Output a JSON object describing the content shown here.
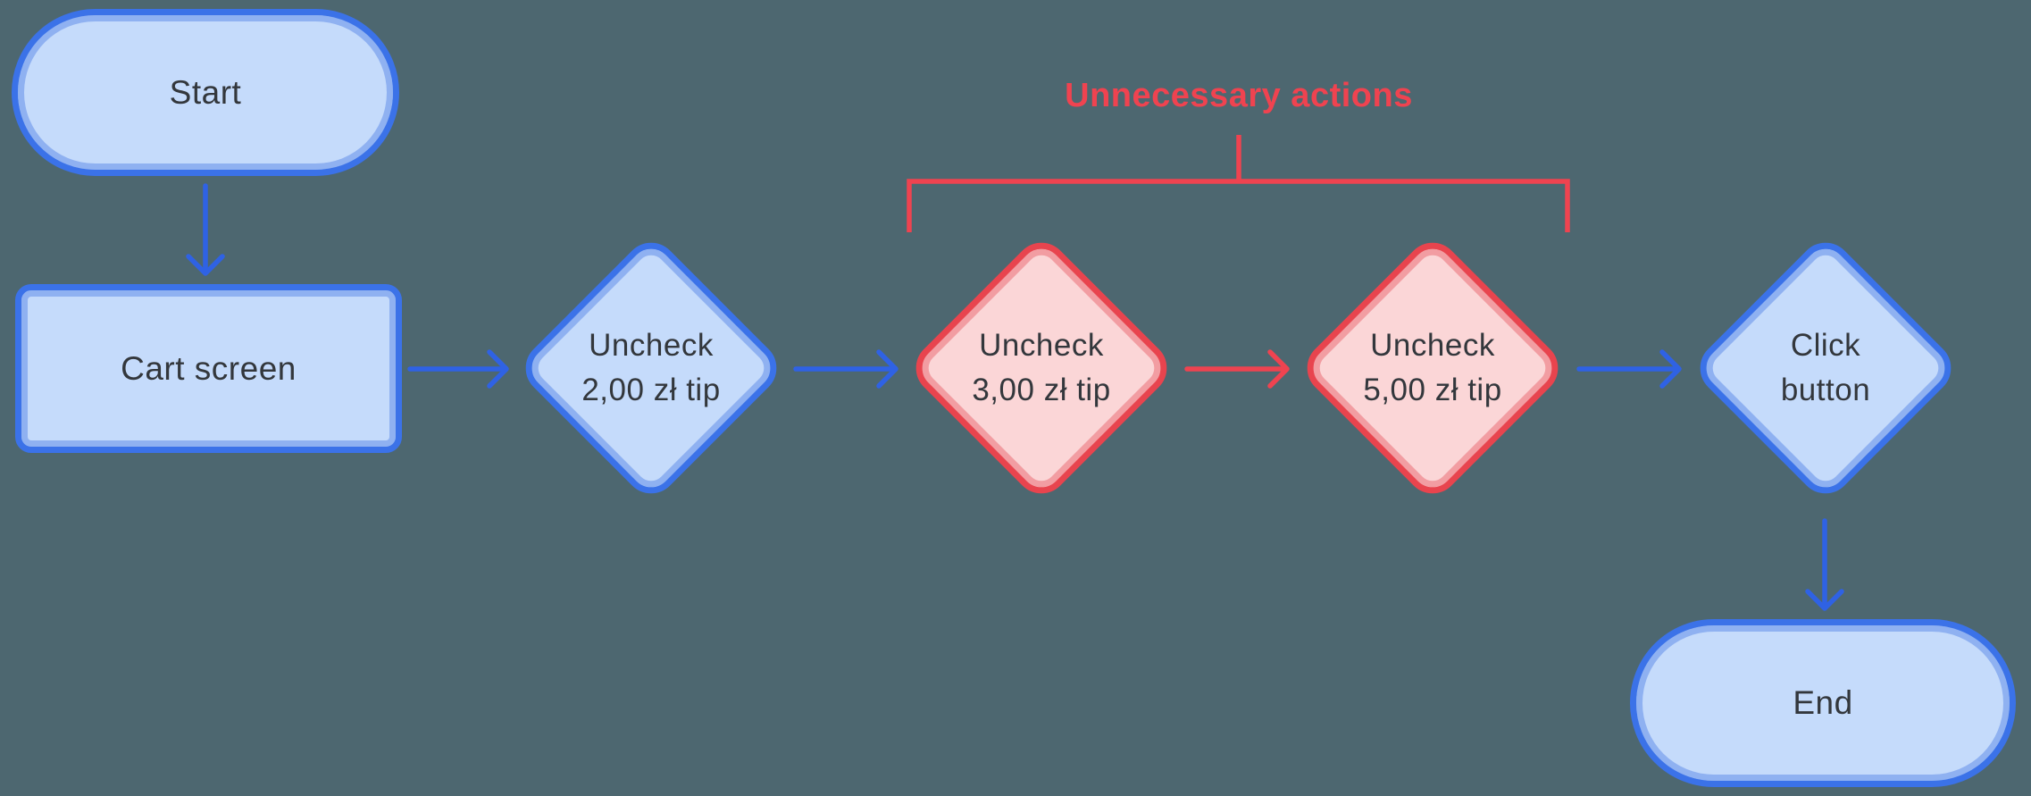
{
  "colors": {
    "canvas_bg": "#4D6770",
    "blue_border": "#3B72E8",
    "blue_ring": "#8FB1F1",
    "blue_fill": "#C5DBFB",
    "red_border": "#E8444E",
    "red_ring": "#F29DA2",
    "red_fill": "#FBD6D7",
    "arrow_blue": "#2F62E4",
    "red_accent": "#EF4350",
    "node_text": "#33373C"
  },
  "flowchart": {
    "annotation": {
      "label": "Unnecessary actions"
    },
    "nodes": [
      {
        "id": "start",
        "type": "terminator",
        "variant": "blue",
        "label": "Start"
      },
      {
        "id": "cart-screen",
        "type": "process",
        "variant": "blue",
        "label": "Cart screen"
      },
      {
        "id": "uncheck-2",
        "type": "decision",
        "variant": "blue",
        "lines": [
          "Uncheck",
          "2,00 zł tip"
        ]
      },
      {
        "id": "uncheck-3",
        "type": "decision",
        "variant": "red",
        "lines": [
          "Uncheck",
          "3,00 zł tip"
        ]
      },
      {
        "id": "uncheck-5",
        "type": "decision",
        "variant": "red",
        "lines": [
          "Uncheck",
          "5,00 zł tip"
        ]
      },
      {
        "id": "click-button",
        "type": "decision",
        "variant": "blue",
        "lines": [
          "Click",
          "button"
        ]
      },
      {
        "id": "end",
        "type": "terminator",
        "variant": "blue",
        "label": "End"
      }
    ],
    "connectors": [
      {
        "from": "start",
        "to": "cart-screen",
        "color": "blue"
      },
      {
        "from": "cart-screen",
        "to": "uncheck-2",
        "color": "blue"
      },
      {
        "from": "uncheck-2",
        "to": "uncheck-3",
        "color": "blue"
      },
      {
        "from": "uncheck-3",
        "to": "uncheck-5",
        "color": "red"
      },
      {
        "from": "uncheck-5",
        "to": "click-button",
        "color": "blue"
      },
      {
        "from": "click-button",
        "to": "end",
        "color": "blue"
      }
    ]
  }
}
